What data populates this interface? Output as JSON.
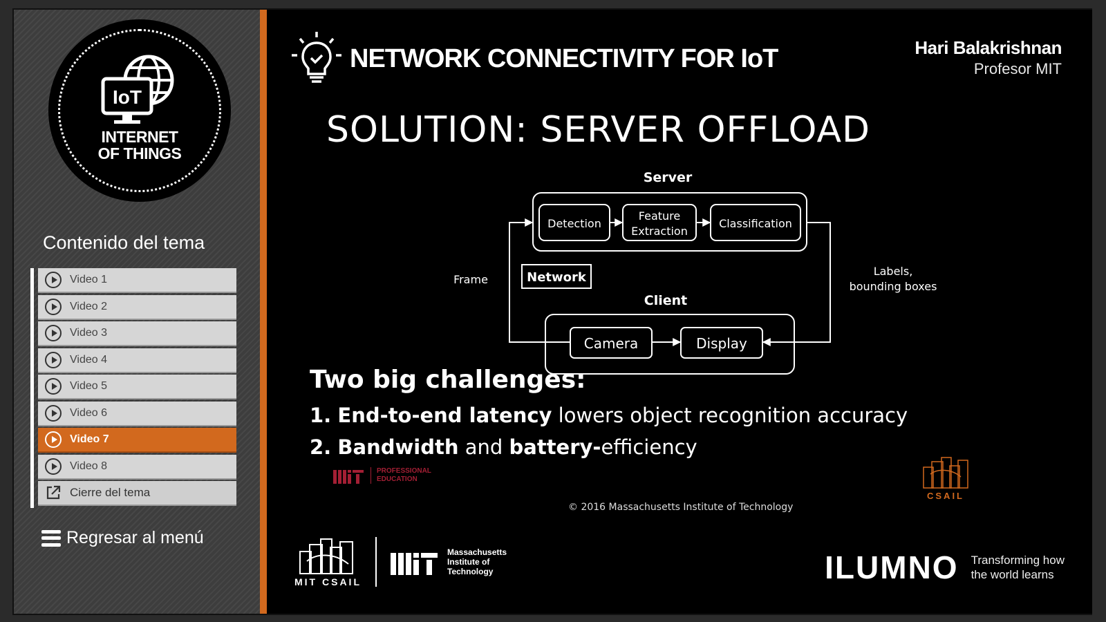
{
  "sidebar": {
    "badge_line1": "INTERNET",
    "badge_line2": "OF THINGS",
    "badge_icon_text": "IoT",
    "topic_heading": "Contenido del tema",
    "videos": [
      {
        "label": "Video 1"
      },
      {
        "label": "Video 2"
      },
      {
        "label": "Video 3"
      },
      {
        "label": "Video 4"
      },
      {
        "label": "Video 5"
      },
      {
        "label": "Video 6"
      },
      {
        "label": "Video 7"
      },
      {
        "label": "Video 8"
      }
    ],
    "active_video": "Video 7",
    "close_label": "Cierre del tema",
    "back_label": "Regresar al menú"
  },
  "header": {
    "course_title": "NETWORK CONNECTIVITY FOR IoT",
    "presenter_name": "Hari Balakrishnan",
    "presenter_role": "Profesor MIT"
  },
  "slide": {
    "title": "SOLUTION: SERVER OFFLOAD",
    "diagram": {
      "server_label": "Server",
      "detection": "Detection",
      "feature_line1": "Feature",
      "feature_line2": "Extraction",
      "classification": "Classification",
      "network": "Network",
      "client_label": "Client",
      "camera": "Camera",
      "display": "Display",
      "frame_label": "Frame",
      "labels_line1": "Labels,",
      "labels_line2": "bounding boxes"
    },
    "challenges_title": "Two big challenges:",
    "challenge1_num": "1.",
    "challenge1_bold": "End-to-end latency",
    "challenge1_rest": " lowers object recognition accuracy",
    "challenge2_num": "2.",
    "challenge2_bold1": "Bandwidth",
    "challenge2_mid": " and ",
    "challenge2_bold2": "battery-",
    "challenge2_rest": "efficiency",
    "mitpe_line1": "PROFESSIONAL",
    "mitpe_line2": "EDUCATION",
    "csail_small": "CSAIL",
    "copyright": "© 2016 Massachusetts Institute of Technology"
  },
  "footer": {
    "mit_csail": "MIT CSAIL",
    "mit_inst_line1": "Massachusetts",
    "mit_inst_line2": "Institute of",
    "mit_inst_line3": "Technology",
    "ilumno": "ILUMNO",
    "ilumno_tag1": "Transforming how",
    "ilumno_tag2": "the world learns"
  },
  "colors": {
    "accent": "#d2691e",
    "mit_red": "#a31f34"
  }
}
